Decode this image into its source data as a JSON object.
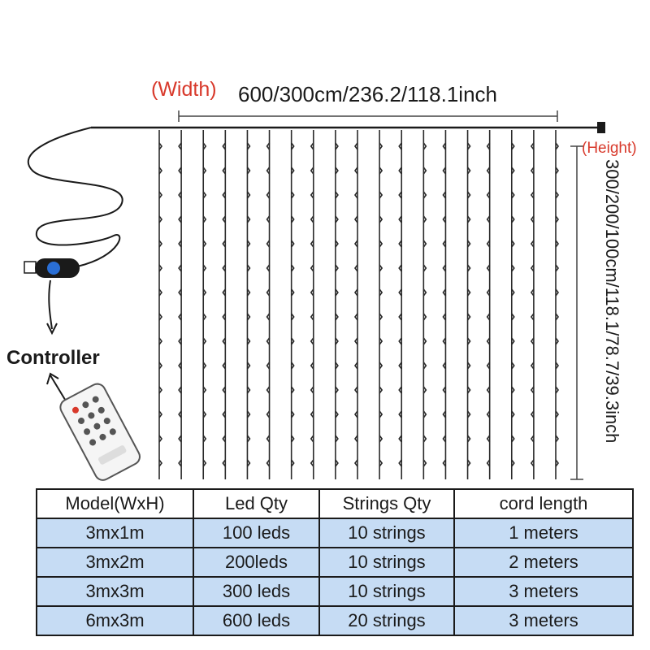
{
  "dimensions": {
    "width_tag": "(Width)",
    "width_value": "600/300cm/236.2/118.1inch",
    "height_tag": "(Height)",
    "height_value": "300/200/100cm/118.1/78.7/39.3inch"
  },
  "controller": {
    "label": "Controller"
  },
  "icons": [
    "usb-plug-icon",
    "remote-control-icon",
    "arrow-down-icon"
  ],
  "colors": {
    "label_red": "#d8392b",
    "table_fill": "#c6dcf4",
    "line": "#1a1a1a"
  },
  "curtain": {
    "strings_drawn": 19
  },
  "table": {
    "headers": [
      "Model(WxH)",
      "Led Qty",
      "Strings Qty",
      "cord length"
    ],
    "rows": [
      [
        "3mx1m",
        "100 leds",
        "10 strings",
        "1 meters"
      ],
      [
        "3mx2m",
        "200leds",
        "10 strings",
        "2 meters"
      ],
      [
        "3mx3m",
        "300 leds",
        "10 strings",
        "3 meters"
      ],
      [
        "6mx3m",
        "600 leds",
        "20 strings",
        "3 meters"
      ]
    ]
  }
}
